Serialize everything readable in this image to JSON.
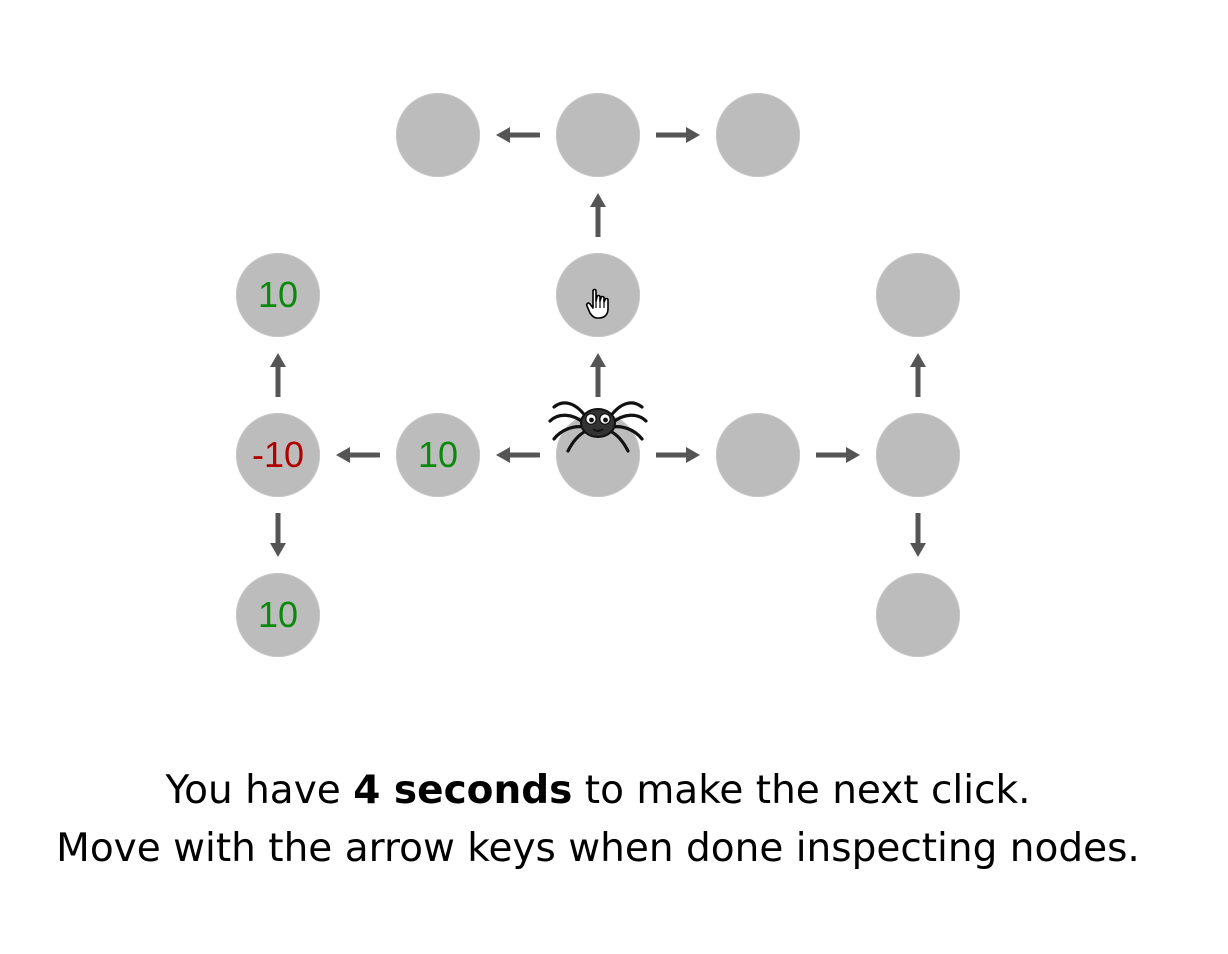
{
  "board": {
    "nodes": [
      {
        "id": "top-left",
        "reward": ""
      },
      {
        "id": "top-center",
        "reward": ""
      },
      {
        "id": "top-right",
        "reward": ""
      },
      {
        "id": "mid-up",
        "reward": ""
      },
      {
        "id": "left-top",
        "reward": "10"
      },
      {
        "id": "right-top",
        "reward": ""
      },
      {
        "id": "far-left",
        "reward": "-10"
      },
      {
        "id": "near-left",
        "reward": "10"
      },
      {
        "id": "start",
        "reward": ""
      },
      {
        "id": "near-right",
        "reward": ""
      },
      {
        "id": "far-right",
        "reward": ""
      },
      {
        "id": "left-bottom",
        "reward": "10"
      },
      {
        "id": "right-bottom",
        "reward": ""
      }
    ],
    "edges": [
      {
        "from": "start",
        "to": "mid-up",
        "dir": "up"
      },
      {
        "from": "mid-up",
        "to": "top-center",
        "dir": "up"
      },
      {
        "from": "top-center",
        "to": "top-left",
        "dir": "left"
      },
      {
        "from": "top-center",
        "to": "top-right",
        "dir": "right"
      },
      {
        "from": "start",
        "to": "near-left",
        "dir": "left"
      },
      {
        "from": "near-left",
        "to": "far-left",
        "dir": "left"
      },
      {
        "from": "far-left",
        "to": "left-top",
        "dir": "up"
      },
      {
        "from": "far-left",
        "to": "left-bottom",
        "dir": "down"
      },
      {
        "from": "start",
        "to": "near-right",
        "dir": "right"
      },
      {
        "from": "near-right",
        "to": "far-right",
        "dir": "right"
      },
      {
        "from": "far-right",
        "to": "right-top",
        "dir": "up"
      },
      {
        "from": "far-right",
        "to": "right-bottom",
        "dir": "down"
      }
    ],
    "player_node": "start",
    "hovered_node": "mid-up",
    "colors": {
      "node": "#bcbcbc",
      "arrow": "#555555",
      "positive": "#0a8a0a",
      "negative": "#b00000"
    }
  },
  "instructions": {
    "line1_prefix": "You have ",
    "line1_bold": "4 seconds",
    "line1_suffix": " to make the next click.",
    "line2": "Move with the arrow keys when done inspecting nodes."
  }
}
